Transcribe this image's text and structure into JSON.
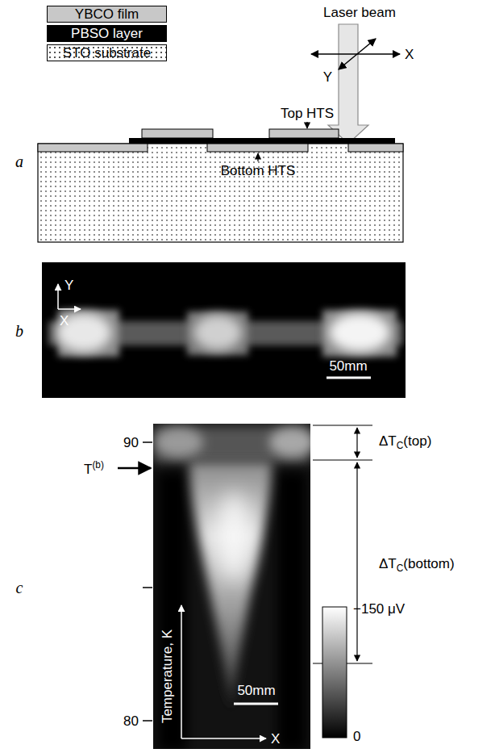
{
  "diagram": {
    "labels": [
      "Laser beam",
      "X",
      "Y",
      "Top HTS",
      "Bottom HTS",
      "a",
      "Y",
      "X",
      "50mm",
      "b",
      "90",
      "80",
      "T",
      "(b)",
      "ΔT",
      "C",
      "(top)",
      "ΔT",
      "C",
      "(bottom)",
      "Temperature, K",
      "X",
      "50mm",
      "−150 μV",
      "0",
      "c"
    ],
    "legend": [
      {
        "text": "YBCO film",
        "color": "#c8c8c8"
      },
      {
        "text": "PBSO layer",
        "color": "#000000"
      },
      {
        "text": "STO substrate"
      }
    ]
  }
}
